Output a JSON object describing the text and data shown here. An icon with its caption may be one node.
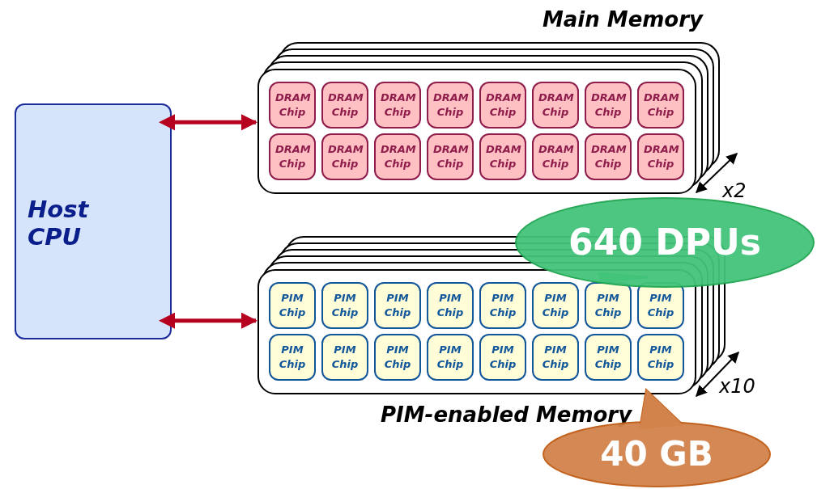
{
  "diagram": {
    "nodes": [
      {
        "text": [
          "Host CPU"
        ]
      },
      {
        "text": [
          "Main Memory"
        ]
      },
      {
        "text": [
          "DRAM Chip"
        ],
        "in": 1
      },
      {
        "text": [
          "DRAM Chip"
        ],
        "in": 1
      },
      {
        "text": [
          "DRAM Chip"
        ],
        "in": 1
      },
      {
        "text": [
          "DRAM Chip"
        ],
        "in": 1
      },
      {
        "text": [
          "DRAM Chip"
        ],
        "in": 1
      },
      {
        "text": [
          "DRAM Chip"
        ],
        "in": 1
      },
      {
        "text": [
          "DRAM Chip"
        ],
        "in": 1
      },
      {
        "text": [
          "DRAM Chip"
        ],
        "in": 1
      },
      {
        "text": [
          "DRAM Chip"
        ],
        "in": 1
      },
      {
        "text": [
          "DRAM Chip"
        ],
        "in": 1
      },
      {
        "text": [
          "DRAM Chip"
        ],
        "in": 1
      },
      {
        "text": [
          "DRAM Chip"
        ],
        "in": 1
      },
      {
        "text": [
          "DRAM Chip"
        ],
        "in": 1
      },
      {
        "text": [
          "DRAM Chip"
        ],
        "in": 1
      },
      {
        "text": [
          "DRAM Chip"
        ],
        "in": 1
      },
      {
        "text": [
          "DRAM Chip"
        ],
        "in": 1
      },
      {
        "text": [
          "PIM-enabled Memory"
        ]
      },
      {
        "text": [
          "PIM Chip"
        ],
        "in": 18
      },
      {
        "text": [
          "PIM Chip"
        ],
        "in": 18
      },
      {
        "text": [
          "PIM Chip"
        ],
        "in": 18
      },
      {
        "text": [
          "PIM Chip"
        ],
        "in": 18
      },
      {
        "text": [
          "PIM Chip"
        ],
        "in": 18
      },
      {
        "text": [
          "PIM Chip"
        ],
        "in": 18
      },
      {
        "text": [
          "PIM Chip"
        ],
        "in": 18
      },
      {
        "text": [
          "PIM Chip"
        ],
        "in": 18
      },
      {
        "text": [
          "PIM Chip"
        ],
        "in": 18
      },
      {
        "text": [
          "PIM Chip"
        ],
        "in": 18
      },
      {
        "text": [
          "PIM Chip"
        ],
        "in": 18
      },
      {
        "text": [
          "PIM Chip"
        ],
        "in": 18
      },
      {
        "text": [
          "PIM Chip"
        ],
        "in": 18
      },
      {
        "text": [
          "PIM Chip"
        ],
        "in": 18
      },
      {
        "text": [
          "PIM Chip"
        ],
        "in": 18
      },
      {
        "text": [
          "PIM Chip"
        ],
        "in": 18
      },
      {
        "text": [
          "640 DPUs"
        ]
      },
      {
        "text": [
          "40 GB"
        ]
      }
    ],
    "edges": [
      {
        "from": 0,
        "to": 1,
        "arrow": "both"
      },
      {
        "from": 0,
        "to": 18,
        "arrow": "both"
      }
    ],
    "labels": [
      "x2",
      "x10"
    ]
  }
}
